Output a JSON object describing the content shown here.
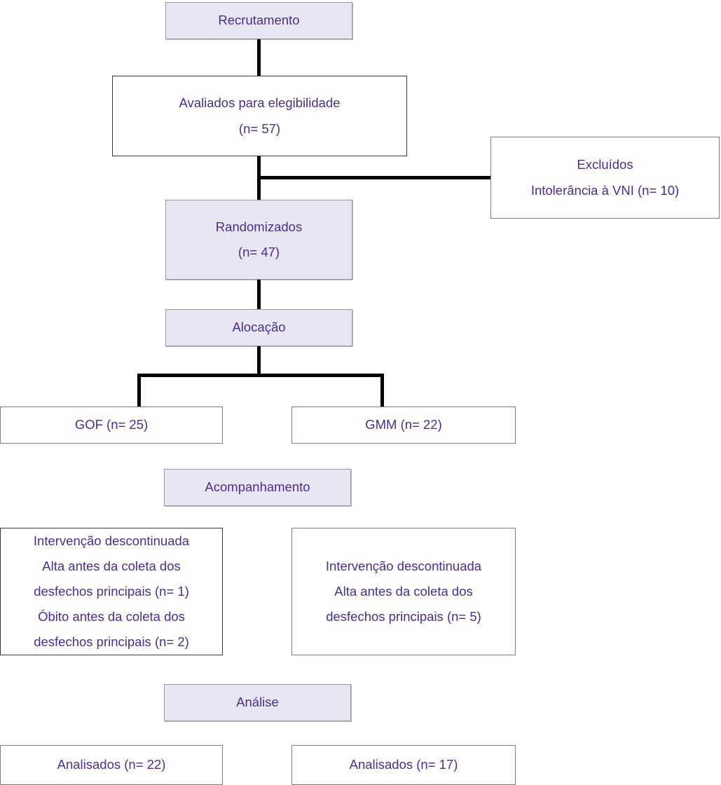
{
  "diagram": {
    "title": "CONSORT flow diagram",
    "colors": {
      "stage_fill": "#E8E6F3",
      "text": "#4B2D8C",
      "connector": "#000000",
      "node_border": "#3A3A3A"
    },
    "stages": {
      "recruitment": "Recrutamento",
      "allocation": "Alocação",
      "followup": "Acompanhamento",
      "analysis": "Análise"
    },
    "nodes": {
      "assessed": {
        "line1": "Avaliados para elegibilidade",
        "line2": "(n= 57)"
      },
      "excluded": {
        "line1": "Excluídos",
        "line2": "Intolerância à VNI (n= 10)"
      },
      "randomized": {
        "line1": "Randomizados",
        "line2": "(n= 47)"
      },
      "group_left": "GOF (n= 25)",
      "group_right": "GMM (n= 22)",
      "discontinued_left": {
        "line1": "Intervenção descontinuada",
        "line2": "Alta antes da coleta dos",
        "line3": "desfechos principais (n= 1)",
        "line4": "Óbito antes da coleta dos",
        "line5": "desfechos principais (n= 2)"
      },
      "discontinued_right": {
        "line1": "Intervenção descontinuada",
        "line2": "Alta antes da coleta dos",
        "line3": "desfechos principais (n= 5)"
      },
      "analyzed_left": "Analisados (n= 22)",
      "analyzed_right": "Analisados (n= 17)"
    }
  }
}
